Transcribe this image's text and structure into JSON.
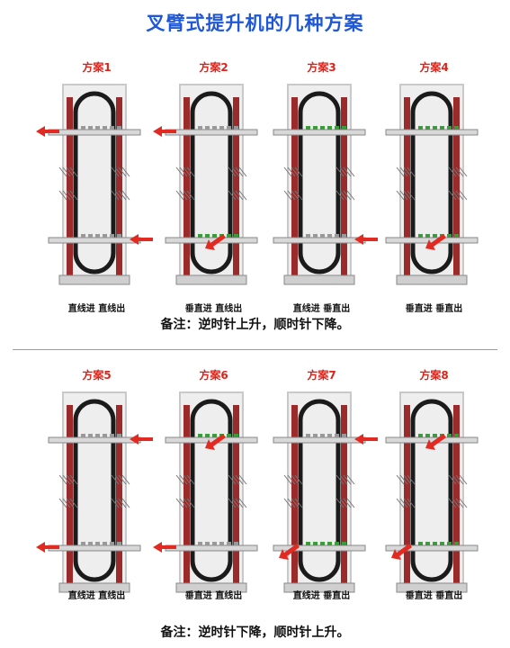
{
  "title": "叉臂式提升机的几种方案",
  "schemes": [
    {
      "label": "方案1",
      "caption": "直线进 直线出"
    },
    {
      "label": "方案2",
      "caption": "垂直进 直线出"
    },
    {
      "label": "方案3",
      "caption": "直线进 垂直出"
    },
    {
      "label": "方案4",
      "caption": "垂直进 垂直出"
    },
    {
      "label": "方案5",
      "caption": "直线进 直线出"
    },
    {
      "label": "方案6",
      "caption": "垂直进 直线出"
    },
    {
      "label": "方案7",
      "caption": "直线进 垂直出"
    },
    {
      "label": "方案8",
      "caption": "垂直进 垂直出"
    }
  ],
  "notes": {
    "top": "备注：逆时针上升，顺时针下降。",
    "bottom": "备注：逆时针下降，顺时针上升。"
  },
  "colors": {
    "title": "#1f57d6",
    "label": "#d8251c",
    "arrow": "#e02a22",
    "column": "#9b2b2b",
    "chain": "#1b1b1b",
    "roller": "#3d9a3d",
    "frame": "#c9c9c9"
  }
}
